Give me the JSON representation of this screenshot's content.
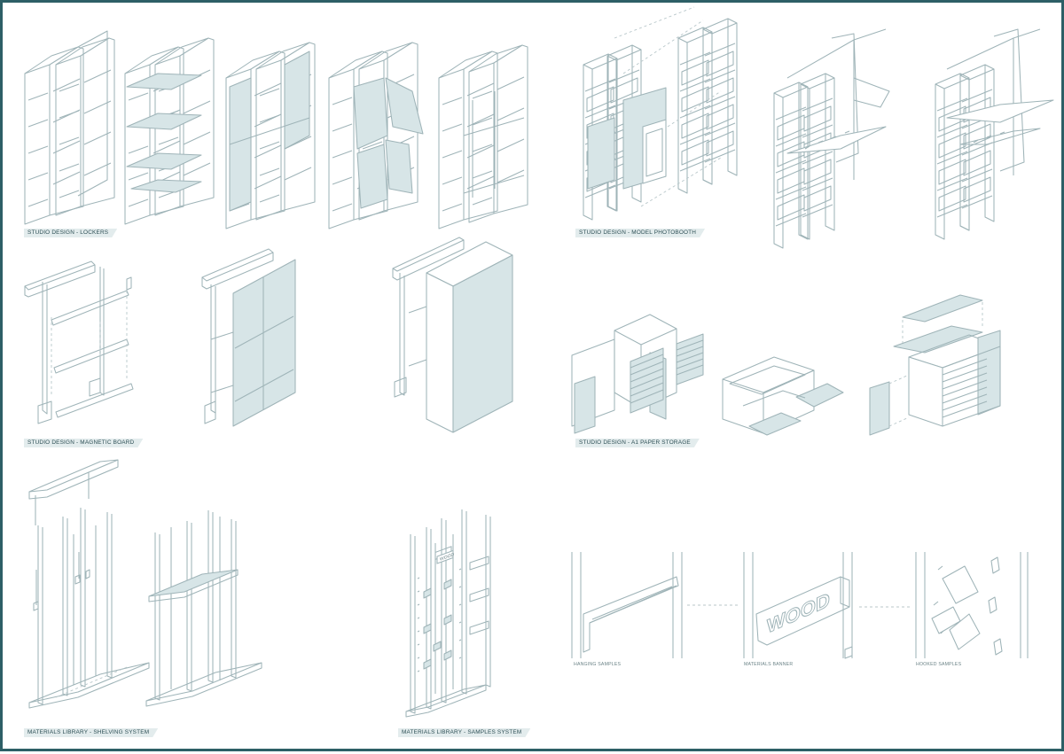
{
  "sheet": {
    "border_color": "#2d5f66",
    "line_color": "#9fb4b8",
    "panel_fill": "#d7e5e7",
    "caption_bg": "#e3eced"
  },
  "captions": {
    "lockers": "STUDIO DESIGN - LOCKERS",
    "photobooth": "STUDIO DESIGN - MODEL PHOTOBOOTH",
    "magnetic": "STUDIO DESIGN - MAGNETIC BOARD",
    "paper": "STUDIO DESIGN - A1 PAPER STORAGE",
    "shelving": "MATERIALS LIBRARY - SHELVING SYSTEM",
    "samples": "MATERIALS LIBRARY - SAMPLES SYSTEM"
  },
  "details": {
    "hanging": "HANGING SAMPLES",
    "banner": "MATERIALS BANNER",
    "hooked": "HOOKED SAMPLES",
    "banner_word": "WOOD",
    "tag_word": "WOOD"
  }
}
